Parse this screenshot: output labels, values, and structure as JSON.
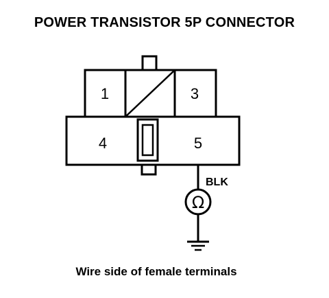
{
  "title": "POWER TRANSISTOR 5P CONNECTOR",
  "terminals": {
    "t1": "1",
    "t3": "3",
    "t4": "4",
    "t5": "5"
  },
  "wire_color": "BLK",
  "meter_symbol": "Ω",
  "caption": "Wire side of female terminals"
}
